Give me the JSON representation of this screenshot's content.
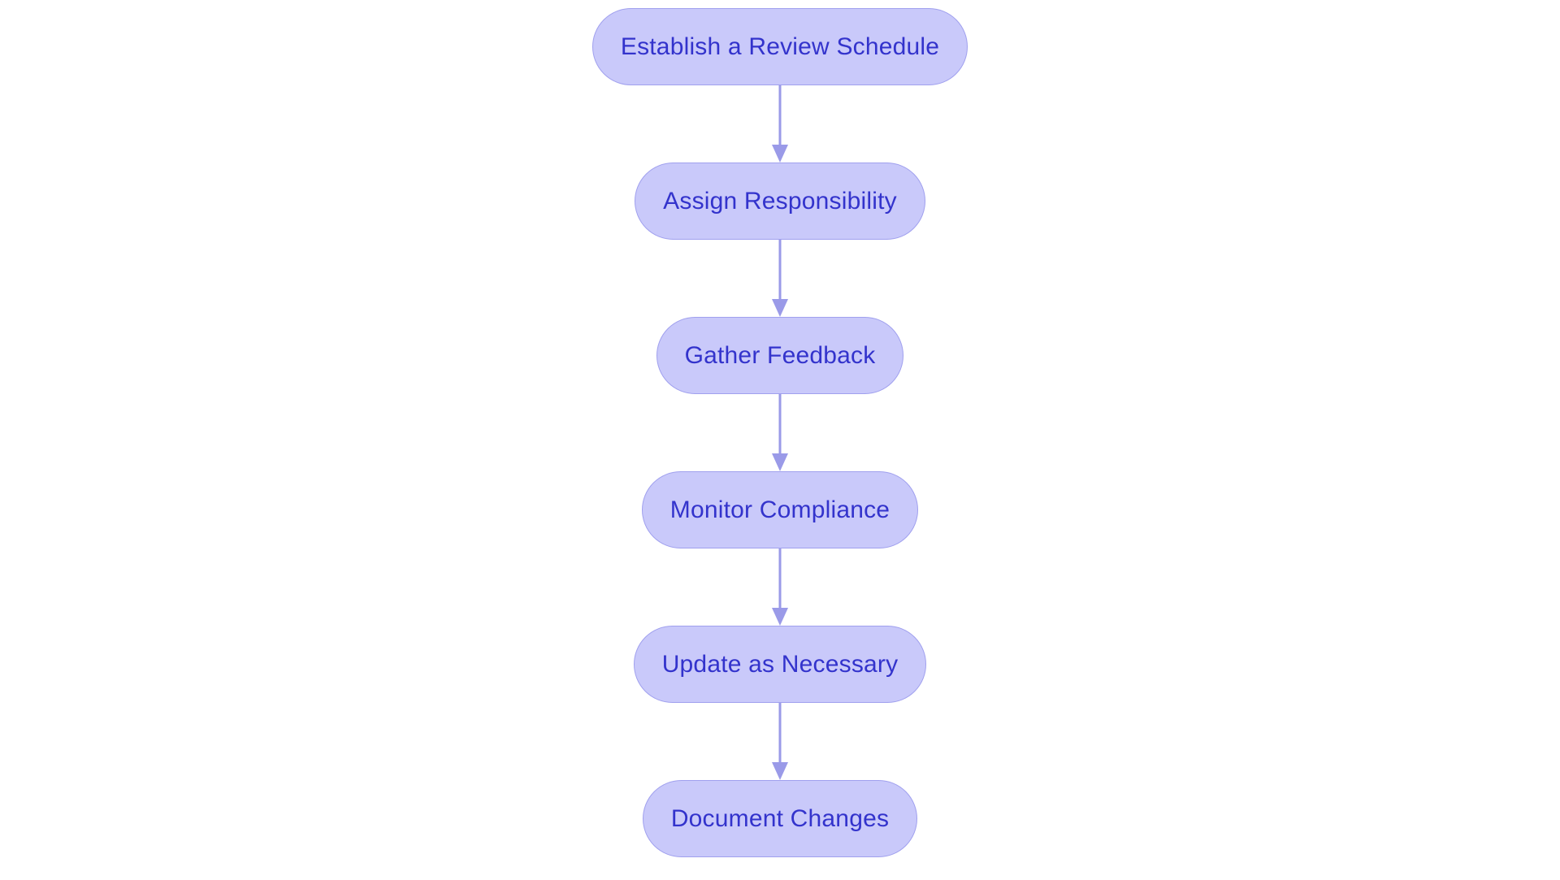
{
  "diagram": {
    "type": "flowchart",
    "orientation": "vertical",
    "title": "",
    "colors": {
      "node_fill": "#c9c9fa",
      "node_border": "#a0a0ee",
      "node_text": "#3333cc",
      "arrow": "#9a9ae8",
      "background": "#ffffff"
    },
    "nodes": [
      {
        "id": "n1",
        "label": "Establish a Review Schedule"
      },
      {
        "id": "n2",
        "label": "Assign Responsibility"
      },
      {
        "id": "n3",
        "label": "Gather Feedback"
      },
      {
        "id": "n4",
        "label": "Monitor Compliance"
      },
      {
        "id": "n5",
        "label": "Update as Necessary"
      },
      {
        "id": "n6",
        "label": "Document Changes"
      }
    ],
    "edges": [
      {
        "from": "n1",
        "to": "n2",
        "label": ""
      },
      {
        "from": "n2",
        "to": "n3",
        "label": ""
      },
      {
        "from": "n3",
        "to": "n4",
        "label": ""
      },
      {
        "from": "n4",
        "to": "n5",
        "label": ""
      },
      {
        "from": "n5",
        "to": "n6",
        "label": ""
      }
    ]
  }
}
